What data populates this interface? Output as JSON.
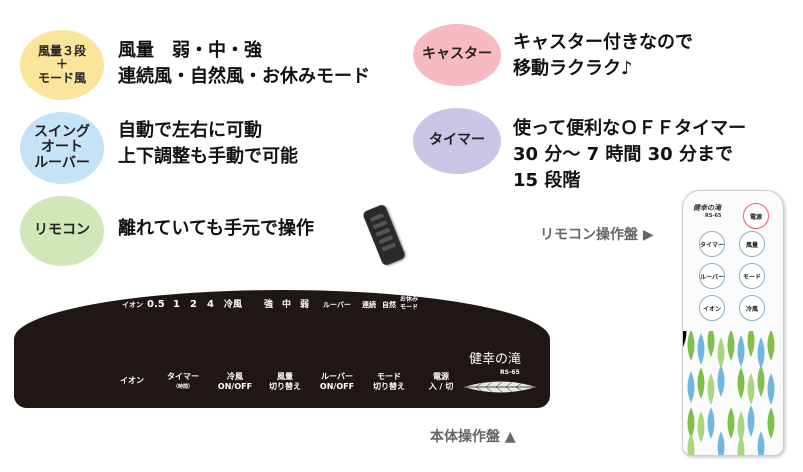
{
  "features": {
    "left": [
      {
        "badge": "風量３段\n＋\nモード風",
        "color": "#fbe59a",
        "text": "風量　弱・中・強\n連続風・自然風・お休みモード"
      },
      {
        "badge": "スイング\nオート\nルーバー",
        "color": "#c5e3f4",
        "text": "自動で左右に可動\n上下調整も手動で可能"
      },
      {
        "badge": "リモコン",
        "color": "#cfe7b9",
        "text": "離れていても手元で操作"
      }
    ],
    "right": [
      {
        "badge": "キャスター",
        "color": "#f6bac0",
        "text": "キャスター付きなので\n移動ラクラク♪"
      },
      {
        "badge": "タイマー",
        "color": "#c9c6e5",
        "text": "使って便利なＯＦＦタイマー\n30 分〜 7 時間 30 分まで\n15 段階"
      }
    ]
  },
  "captions": {
    "remote": "リモコン操作盤 ▶",
    "body": "本体操作盤 ▲"
  },
  "panel": {
    "top_labels": {
      "ion": "イオン",
      "t05": "0.5",
      "t1": "1",
      "t2": "2",
      "t4": "4",
      "cold": "冷風",
      "strong": "強",
      "mid": "中",
      "weak": "弱",
      "louver": "ルーバー",
      "continuous": "連続",
      "natural": "自然",
      "sleep": "お休み\nモード"
    },
    "buttons": [
      "イオン",
      "タイマー",
      "冷風\nON/OFF",
      "風量\n切り替え",
      "ルーバー\nON/OFF",
      "モード\n切り替え",
      "電源\n入 / 切"
    ],
    "timer_sub": "（時間）",
    "brand": "健幸の滝",
    "model": "RS-65"
  },
  "remote": {
    "brand": "健幸の滝",
    "model": "RS-65",
    "buttons": [
      "電源",
      "タイマー",
      "風量",
      "ルーバー",
      "モード",
      "イオン",
      "冷風"
    ]
  },
  "colors": {
    "panel": "#1e1714",
    "leaf_green": "#7fbf4a",
    "leaf_blue": "#6fb6e0",
    "power_ring": "#e06070"
  }
}
